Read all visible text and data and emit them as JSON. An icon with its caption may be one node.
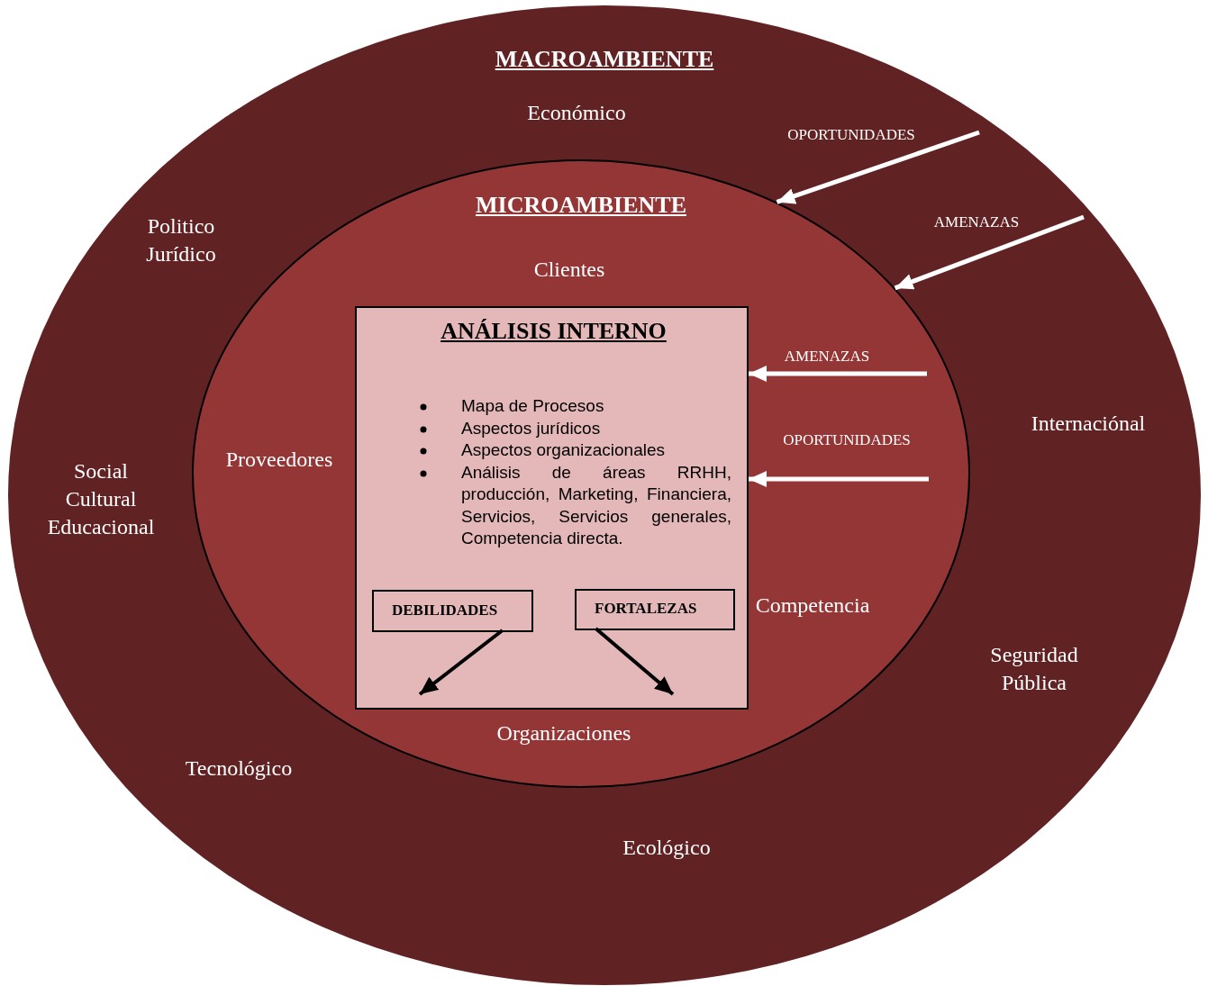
{
  "diagram": {
    "nodes": [
      {
        "text": [
          "MACROAMBIENTE"
        ]
      },
      {
        "text": [
          "MICROAMBIENTE"
        ],
        "in": 0
      },
      {
        "text": [
          "ANÁLISIS INTERNO",
          "Mapa de Procesos",
          "Aspectos jurídicos",
          "Aspectos organizacionales",
          "Análisis de áreas RRHH, producción, Marketing, Financiera, Servicios, Servicios generales, Competencia directa."
        ],
        "in": 1
      },
      {
        "text": [
          "DEBILIDADES"
        ],
        "in": 2
      },
      {
        "text": [
          "FORTALEZAS"
        ],
        "in": 2
      }
    ],
    "edges": [
      {
        "from": null,
        "to": 1,
        "arrow": "to",
        "label": "OPORTUNIDADES"
      },
      {
        "from": null,
        "to": 1,
        "arrow": "to",
        "label": "AMENAZAS"
      },
      {
        "from": null,
        "to": 2,
        "arrow": "to",
        "label": "AMENAZAS"
      },
      {
        "from": null,
        "to": 2,
        "arrow": "to",
        "label": "OPORTUNIDADES"
      },
      {
        "from": 3,
        "to": null,
        "arrow": "to",
        "color": "#000000"
      },
      {
        "from": 4,
        "to": null,
        "arrow": "to",
        "color": "#000000"
      }
    ],
    "labels": [
      "Económico",
      "Politico Jurídico",
      "Clientes",
      "Proveedores",
      "Social Cultural Educacional",
      "Internaciónal",
      "Competencia",
      "Seguridad Pública",
      "Organizaciones",
      "Tecnológico",
      "Ecológico"
    ]
  }
}
